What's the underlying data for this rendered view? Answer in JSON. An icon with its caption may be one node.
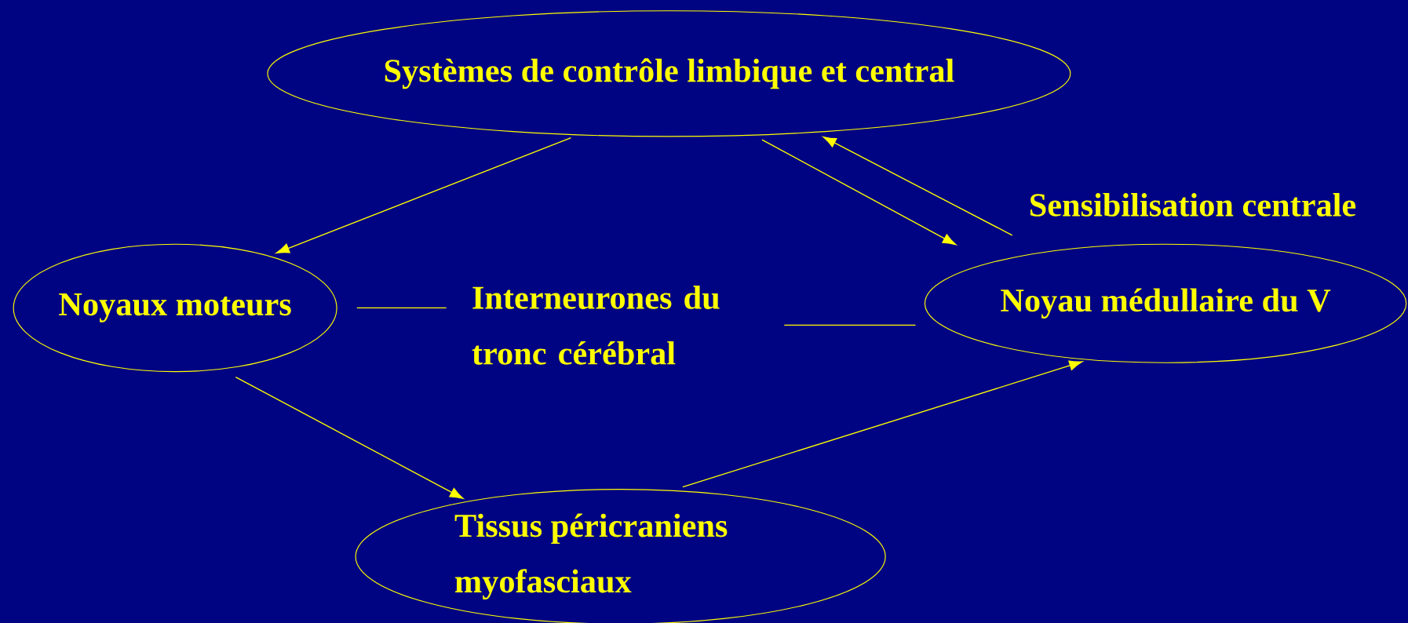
{
  "diagram": {
    "nodes": [
      {
        "text": [
          "Systèmes de contrôle limbique et central"
        ]
      },
      {
        "text": [
          "Noyaux moteurs"
        ]
      },
      {
        "text": [
          "Interneurones du tronc cérébral"
        ]
      },
      {
        "text": [
          "Noyau médullaire du V"
        ]
      },
      {
        "text": [
          "Tissus péricraniens myofasciaux"
        ]
      }
    ],
    "edges": [
      {
        "from": 0,
        "to": 1,
        "arrow": "to"
      },
      {
        "from": 0,
        "to": 3,
        "arrow": "to"
      },
      {
        "from": 3,
        "to": 0,
        "arrow": "to",
        "label": "Sensibilisation centrale"
      },
      {
        "from": 1,
        "to": 2,
        "arrow": "none"
      },
      {
        "from": 2,
        "to": 3,
        "arrow": "none"
      },
      {
        "from": 1,
        "to": 4,
        "arrow": "to"
      },
      {
        "from": 4,
        "to": 3,
        "arrow": "to"
      }
    ]
  }
}
